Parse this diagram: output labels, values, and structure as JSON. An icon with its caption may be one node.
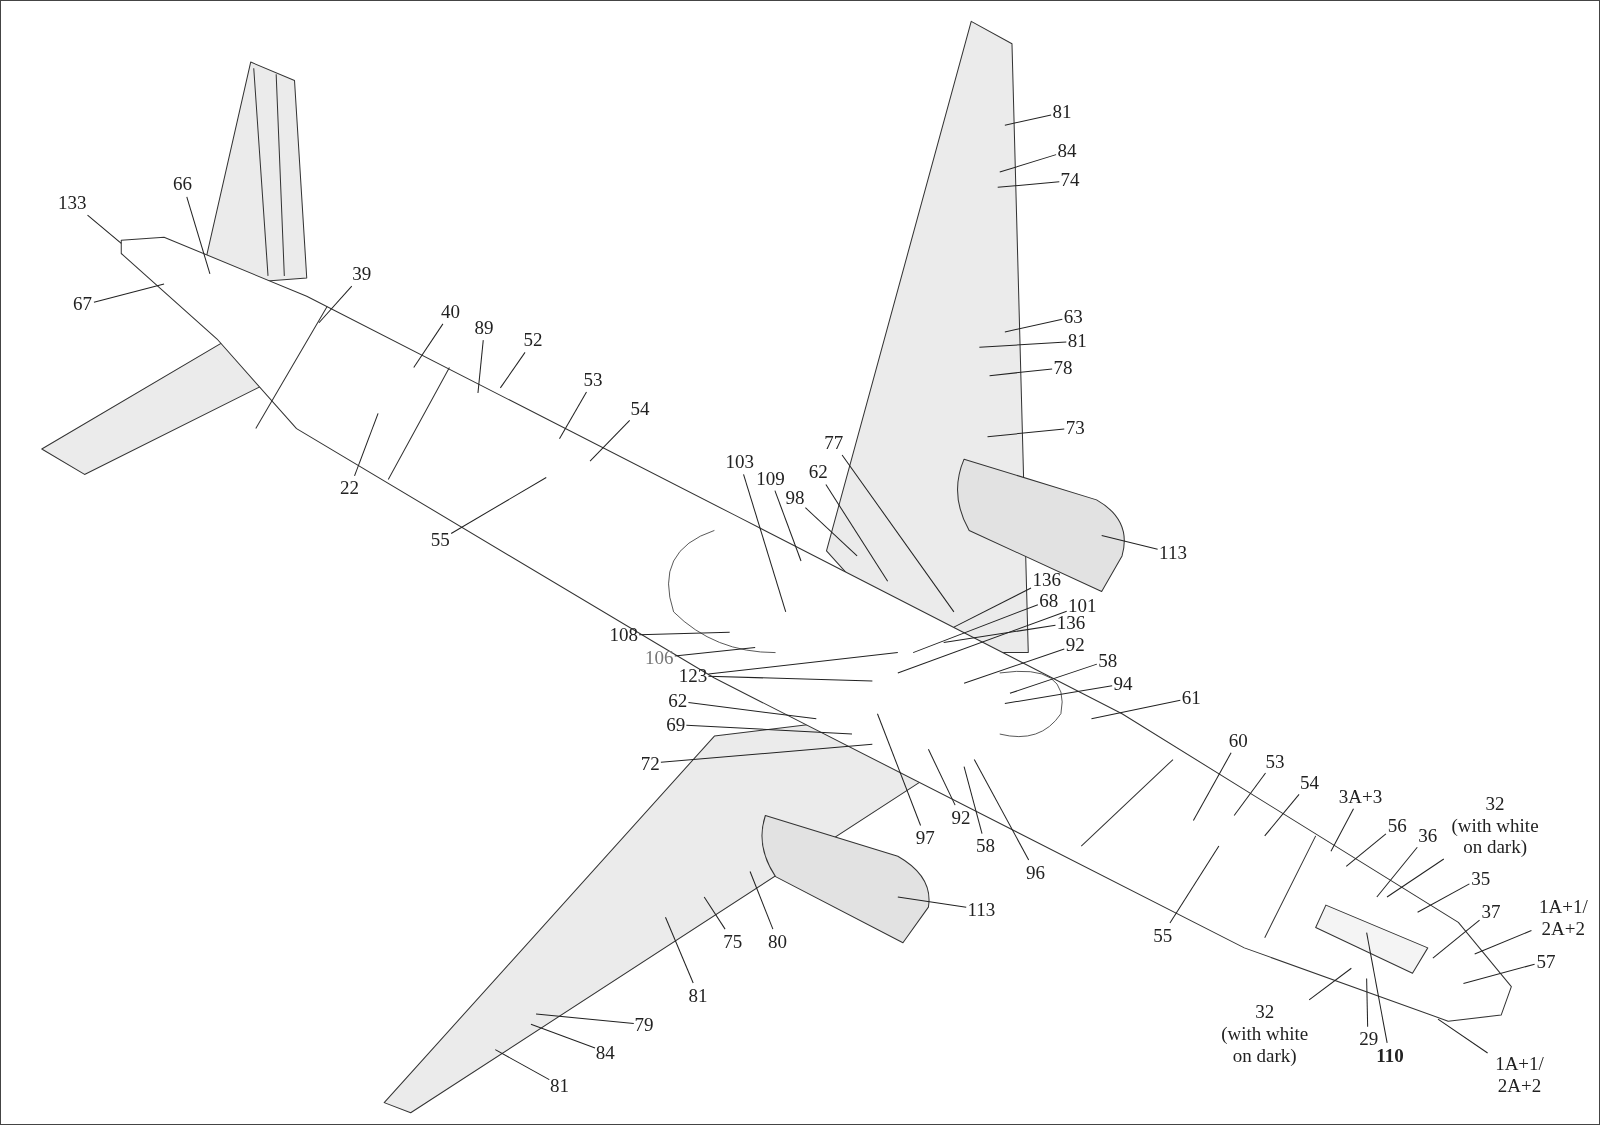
{
  "diagram": {
    "nodes": [
      {
        "text": [
          "133"
        ]
      },
      {
        "text": [
          "66"
        ]
      },
      {
        "text": [
          "67"
        ]
      },
      {
        "text": [
          "39"
        ]
      },
      {
        "text": [
          "40"
        ]
      },
      {
        "text": [
          "89"
        ]
      },
      {
        "text": [
          "52"
        ]
      },
      {
        "text": [
          "53"
        ]
      },
      {
        "text": [
          "54"
        ]
      },
      {
        "text": [
          "22"
        ]
      },
      {
        "text": [
          "55"
        ]
      },
      {
        "text": [
          "81"
        ]
      },
      {
        "text": [
          "84"
        ]
      },
      {
        "text": [
          "74"
        ]
      },
      {
        "text": [
          "63"
        ]
      },
      {
        "text": [
          "81"
        ]
      },
      {
        "text": [
          "78"
        ]
      },
      {
        "text": [
          "73"
        ]
      },
      {
        "text": [
          "77"
        ]
      },
      {
        "text": [
          "103"
        ]
      },
      {
        "text": [
          "109"
        ]
      },
      {
        "text": [
          "98"
        ]
      },
      {
        "text": [
          "62"
        ]
      },
      {
        "text": [
          "113"
        ]
      },
      {
        "text": [
          "136"
        ]
      },
      {
        "text": [
          "68"
        ]
      },
      {
        "text": [
          "101"
        ]
      },
      {
        "text": [
          "136"
        ]
      },
      {
        "text": [
          "92"
        ]
      },
      {
        "text": [
          "58"
        ]
      },
      {
        "text": [
          "94"
        ]
      },
      {
        "text": [
          "61"
        ]
      },
      {
        "text": [
          "108"
        ]
      },
      {
        "text": [
          "106"
        ]
      },
      {
        "text": [
          "123"
        ]
      },
      {
        "text": [
          "62"
        ]
      },
      {
        "text": [
          "69"
        ]
      },
      {
        "text": [
          "72"
        ]
      },
      {
        "text": [
          "97"
        ]
      },
      {
        "text": [
          "92"
        ]
      },
      {
        "text": [
          "58"
        ]
      },
      {
        "text": [
          "96"
        ]
      },
      {
        "text": [
          "60"
        ]
      },
      {
        "text": [
          "53"
        ]
      },
      {
        "text": [
          "54"
        ]
      },
      {
        "text": [
          "3A+3"
        ]
      },
      {
        "text": [
          "56"
        ]
      },
      {
        "text": [
          "36"
        ]
      },
      {
        "text": [
          "32",
          "(with white on dark)"
        ]
      },
      {
        "text": [
          "35"
        ]
      },
      {
        "text": [
          "37"
        ]
      },
      {
        "text": [
          "1A+1/ 2A+2"
        ]
      },
      {
        "text": [
          "57"
        ]
      },
      {
        "text": [
          "32",
          "(with white on dark)"
        ]
      },
      {
        "text": [
          "29"
        ]
      },
      {
        "text": [
          "110"
        ]
      },
      {
        "text": [
          "1A+1/ 2A+2"
        ]
      },
      {
        "text": [
          "55"
        ]
      },
      {
        "text": [
          "113"
        ]
      },
      {
        "text": [
          "80"
        ]
      },
      {
        "text": [
          "75"
        ]
      },
      {
        "text": [
          "81"
        ]
      },
      {
        "text": [
          "79"
        ]
      },
      {
        "text": [
          "84"
        ]
      },
      {
        "text": [
          "81"
        ]
      }
    ],
    "edges": [
      {
        "from": 0,
        "to": null,
        "arrow": "none"
      },
      {
        "from": 1,
        "to": null,
        "arrow": "none"
      },
      {
        "from": 2,
        "to": null,
        "arrow": "none"
      },
      {
        "from": 3,
        "to": null,
        "arrow": "none"
      },
      {
        "from": 4,
        "to": null,
        "arrow": "none"
      },
      {
        "from": 5,
        "to": null,
        "arrow": "none"
      },
      {
        "from": 6,
        "to": null,
        "arrow": "none"
      },
      {
        "from": 7,
        "to": null,
        "arrow": "none"
      },
      {
        "from": 8,
        "to": null,
        "arrow": "none"
      },
      {
        "from": 9,
        "to": null,
        "arrow": "none"
      },
      {
        "from": 10,
        "to": null,
        "arrow": "none"
      },
      {
        "from": 11,
        "to": null,
        "arrow": "none"
      },
      {
        "from": 12,
        "to": null,
        "arrow": "none"
      },
      {
        "from": 13,
        "to": null,
        "arrow": "none"
      },
      {
        "from": 14,
        "to": null,
        "arrow": "none"
      },
      {
        "from": 15,
        "to": null,
        "arrow": "none"
      },
      {
        "from": 16,
        "to": null,
        "arrow": "none"
      },
      {
        "from": 17,
        "to": null,
        "arrow": "none"
      },
      {
        "from": 18,
        "to": null,
        "arrow": "none"
      },
      {
        "from": 19,
        "to": null,
        "arrow": "none"
      },
      {
        "from": 20,
        "to": null,
        "arrow": "none"
      },
      {
        "from": 21,
        "to": null,
        "arrow": "none"
      },
      {
        "from": 22,
        "to": null,
        "arrow": "none"
      },
      {
        "from": 23,
        "to": null,
        "arrow": "none"
      },
      {
        "from": 24,
        "to": null,
        "arrow": "none"
      },
      {
        "from": 25,
        "to": null,
        "arrow": "none"
      },
      {
        "from": 26,
        "to": null,
        "arrow": "none"
      },
      {
        "from": 27,
        "to": null,
        "arrow": "none"
      },
      {
        "from": 28,
        "to": null,
        "arrow": "none"
      },
      {
        "from": 29,
        "to": null,
        "arrow": "none"
      },
      {
        "from": 30,
        "to": null,
        "arrow": "none"
      },
      {
        "from": 31,
        "to": null,
        "arrow": "none"
      },
      {
        "from": 32,
        "to": null,
        "arrow": "none"
      },
      {
        "from": 33,
        "to": null,
        "arrow": "none"
      },
      {
        "from": 34,
        "to": null,
        "arrow": "none"
      },
      {
        "from": 34,
        "to": null,
        "arrow": "none"
      },
      {
        "from": 35,
        "to": null,
        "arrow": "none"
      },
      {
        "from": 36,
        "to": null,
        "arrow": "none"
      },
      {
        "from": 37,
        "to": null,
        "arrow": "none"
      },
      {
        "from": 38,
        "to": null,
        "arrow": "none"
      },
      {
        "from": 39,
        "to": null,
        "arrow": "none"
      },
      {
        "from": 40,
        "to": null,
        "arrow": "none"
      },
      {
        "from": 41,
        "to": null,
        "arrow": "none"
      },
      {
        "from": 42,
        "to": null,
        "arrow": "none"
      },
      {
        "from": 43,
        "to": null,
        "arrow": "none"
      },
      {
        "from": 44,
        "to": null,
        "arrow": "none"
      },
      {
        "from": 45,
        "to": null,
        "arrow": "none"
      },
      {
        "from": 46,
        "to": null,
        "arrow": "none"
      },
      {
        "from": 47,
        "to": null,
        "arrow": "none"
      },
      {
        "from": 48,
        "to": null,
        "arrow": "none"
      },
      {
        "from": 49,
        "to": null,
        "arrow": "none"
      },
      {
        "from": 50,
        "to": null,
        "arrow": "none"
      },
      {
        "from": 51,
        "to": null,
        "arrow": "none"
      },
      {
        "from": 52,
        "to": null,
        "arrow": "none"
      },
      {
        "from": 53,
        "to": null,
        "arrow": "none"
      },
      {
        "from": 54,
        "to": null,
        "arrow": "none"
      },
      {
        "from": 55,
        "to": null,
        "arrow": "none"
      },
      {
        "from": 56,
        "to": null,
        "arrow": "none"
      },
      {
        "from": 57,
        "to": null,
        "arrow": "none"
      },
      {
        "from": 58,
        "to": null,
        "arrow": "none"
      },
      {
        "from": 59,
        "to": null,
        "arrow": "none"
      },
      {
        "from": 60,
        "to": null,
        "arrow": "none"
      },
      {
        "from": 61,
        "to": null,
        "arrow": "none"
      },
      {
        "from": 62,
        "to": null,
        "arrow": "none"
      },
      {
        "from": 63,
        "to": null,
        "arrow": "none"
      },
      {
        "from": 64,
        "to": null,
        "arrow": "none"
      }
    ]
  }
}
